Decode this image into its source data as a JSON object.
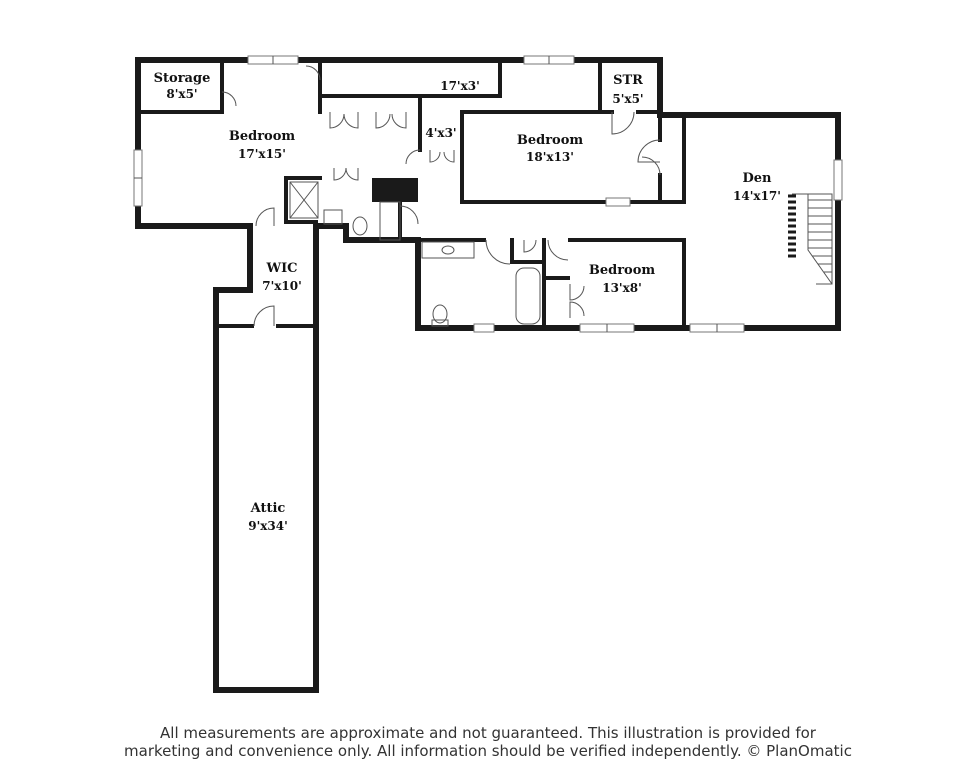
{
  "rooms": {
    "storage": {
      "name": "Storage",
      "dim": "8'x5'"
    },
    "bedroom1": {
      "name": "Bedroom",
      "dim": "17'x15'"
    },
    "closet17": {
      "dim": "17'x3'"
    },
    "closet4": {
      "dim": "4'x3'"
    },
    "str": {
      "name": "STR",
      "dim": "5'x5'"
    },
    "bedroom2": {
      "name": "Bedroom",
      "dim": "18'x13'"
    },
    "den": {
      "name": "Den",
      "dim": "14'x17'"
    },
    "wic": {
      "name": "WIC",
      "dim": "7'x10'"
    },
    "bedroom3": {
      "name": "Bedroom",
      "dim": "13'x8'"
    },
    "attic": {
      "name": "Attic",
      "dim": "9'x34'"
    }
  },
  "disclaimer": {
    "line1": "All measurements are approximate and not guaranteed. This illustration is provided for",
    "line2": "marketing and convenience only. All information should be verified independently. © PlanOmatic"
  }
}
